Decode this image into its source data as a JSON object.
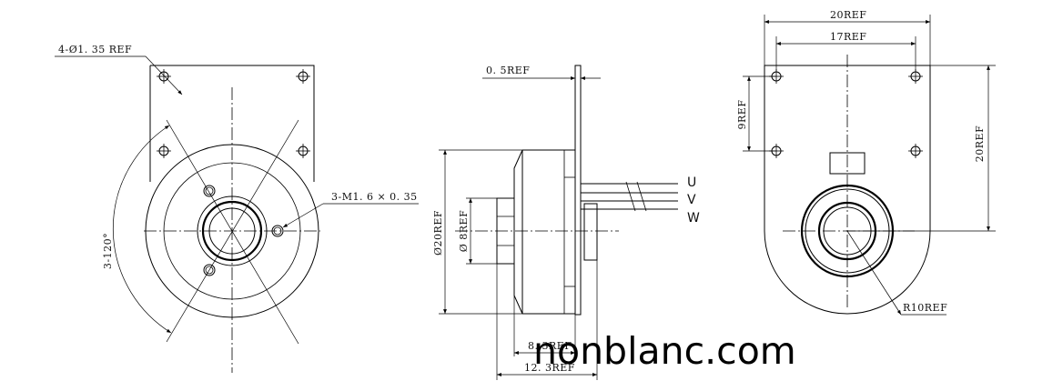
{
  "left_view": {
    "hole_callout": "4-Ø1. 35 REF",
    "thread_callout": "3-M1. 6 × 0. 35",
    "angle_label": "3-120°"
  },
  "side_view": {
    "flange_thickness": "0. 5REF",
    "body_diameter": "Ø20REF",
    "shaft_diameter": "Ø 8REF",
    "length_1": "8. 3REF",
    "length_2": "12. 3REF",
    "wires": [
      "U",
      "V",
      "W"
    ]
  },
  "right_view": {
    "width_overall": "20REF",
    "hole_spacing_h": "17REF",
    "hole_spacing_v": "9REF",
    "height": "20REF",
    "radius": "R10REF"
  },
  "watermark": "nonblanc.com"
}
